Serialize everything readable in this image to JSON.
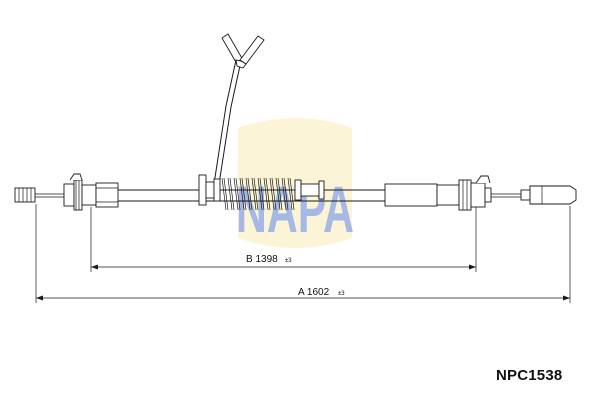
{
  "watermark": {
    "text": "NAPA",
    "colors": {
      "letters": "#2a5ad9",
      "shield": "#f3d25a"
    }
  },
  "dimensions": {
    "b": {
      "label": "B 1398",
      "tolerance": "±3"
    },
    "a": {
      "label": "A 1602",
      "tolerance": "±3"
    }
  },
  "part_number": "NPC1538"
}
